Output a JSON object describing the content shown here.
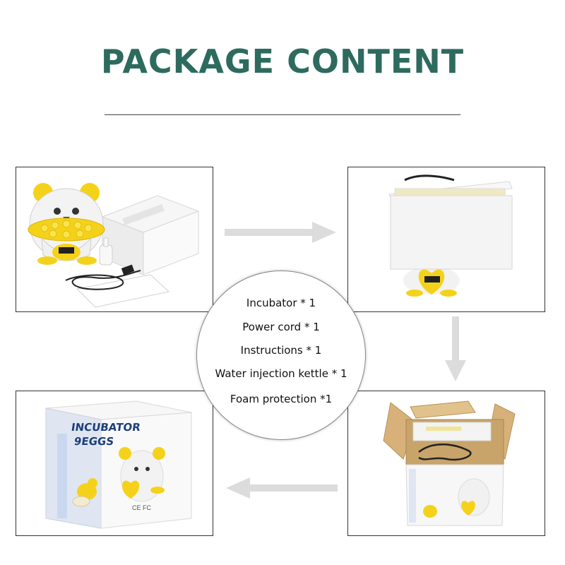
{
  "title": "PACKAGE CONTENT",
  "contents": [
    "Incubator * 1",
    "Power cord * 1",
    "Instructions * 1",
    "Water injection kettle * 1",
    "Foam protection *1"
  ],
  "box": {
    "brand_line1": "INCUBATOR",
    "brand_line2": "9EGGS",
    "marks": "CE FC"
  },
  "colors": {
    "title": "#2e6b5f",
    "accent_yellow": "#f5d21a",
    "arrow_gray": "#dcdcdc"
  },
  "icons": [
    "arrow-right-icon",
    "arrow-down-icon",
    "arrow-left-icon"
  ]
}
